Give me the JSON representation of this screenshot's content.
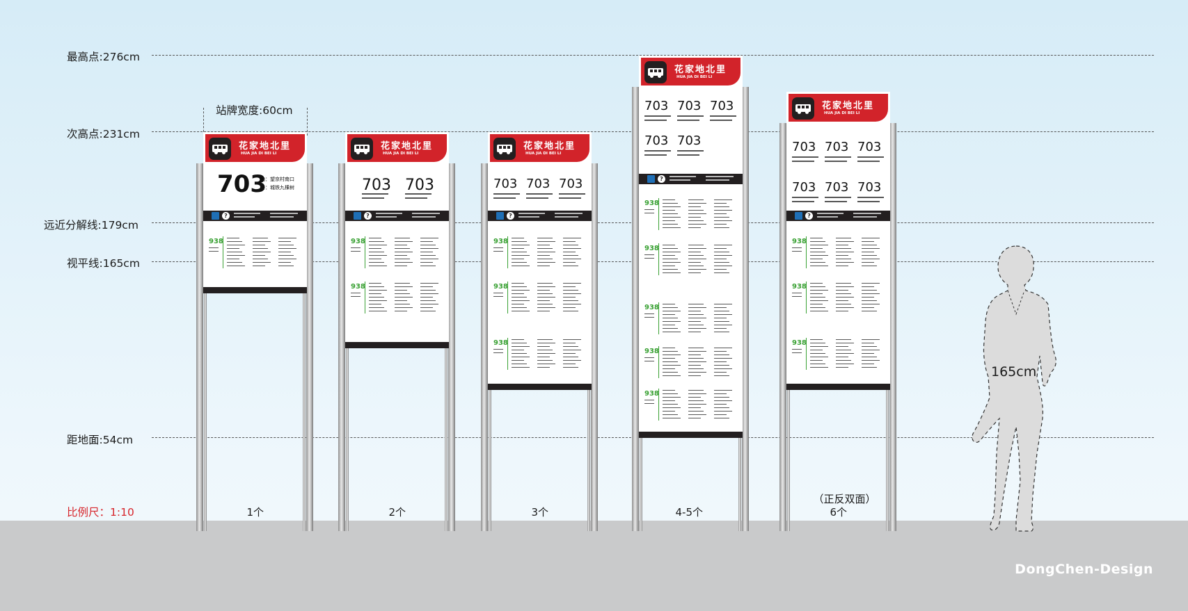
{
  "reference_lines": [
    {
      "label": "最高点:276cm"
    },
    {
      "label": "次高点:231cm"
    },
    {
      "label": "远近分解线:179cm"
    },
    {
      "label": "视平线:165cm"
    },
    {
      "label": "距地面:54cm"
    }
  ],
  "scale_label": "比例尺：1:10",
  "width_label": "站牌宽度:60cm",
  "station": {
    "name": "花家地北里",
    "pinyin": "HUA JIA DI BEI LI"
  },
  "route": "703",
  "route_from": "始：望京村南口",
  "route_to": "终：城铁九棵树",
  "line_number": "938",
  "signs": [
    {
      "count_label": "1个",
      "note": ""
    },
    {
      "count_label": "2个",
      "note": ""
    },
    {
      "count_label": "3个",
      "note": ""
    },
    {
      "count_label": "4-5个",
      "note": ""
    },
    {
      "count_label": "6个",
      "note": "（正反双面）"
    }
  ],
  "human_height": "165cm",
  "brand": "DongChen-Design",
  "colors": {
    "accent": "#d2232a",
    "panel_dark": "#231f20",
    "route_green": "#3aa134",
    "ground": "#c9cacb"
  }
}
